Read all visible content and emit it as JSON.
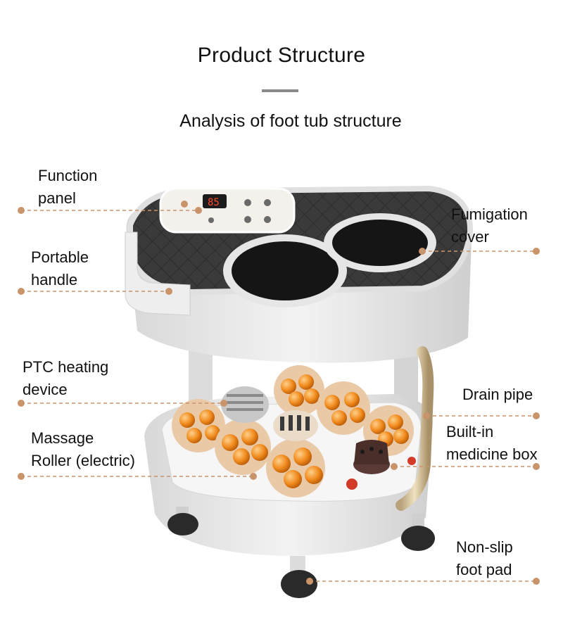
{
  "header": {
    "title": "Product Structure",
    "subtitle": "Analysis of foot tub structure"
  },
  "labels": {
    "function_panel": "Function\npanel",
    "portable_handle": "Portable\nhandle",
    "ptc_heating": "PTC heating\ndevice",
    "massage_roller": "Massage\nRoller (electric)",
    "fumigation_cover": "Fumigation\ncover",
    "drain_pipe": "Drain pipe",
    "medicine_box": "Built-in\nmedicine box",
    "foot_pad": "Non-slip\nfoot pad"
  },
  "panel_display": "85",
  "colors": {
    "callout": "#c9946a",
    "lid": "#2a2a2a",
    "body": "#e9e9e9",
    "roller": "#f08a1c",
    "rule": "#8a8a8a"
  }
}
